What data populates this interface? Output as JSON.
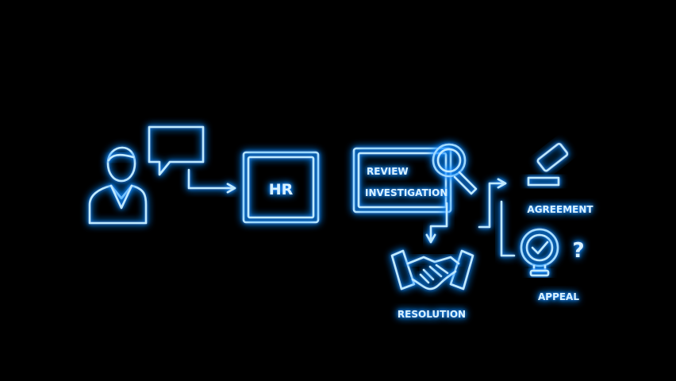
{
  "diagram": {
    "hr_label": "HR",
    "review_line1": "REVIEW",
    "review_line2": "INVESTIGATION",
    "agreement_label": "AGREEMENT",
    "resolution_label": "RESOLUTION",
    "appeal_label": "APPEAL",
    "question_mark": "?"
  },
  "colors": {
    "background": "#000000",
    "neon_core": "#bfeaff",
    "neon_glow": "#1e8cff"
  }
}
